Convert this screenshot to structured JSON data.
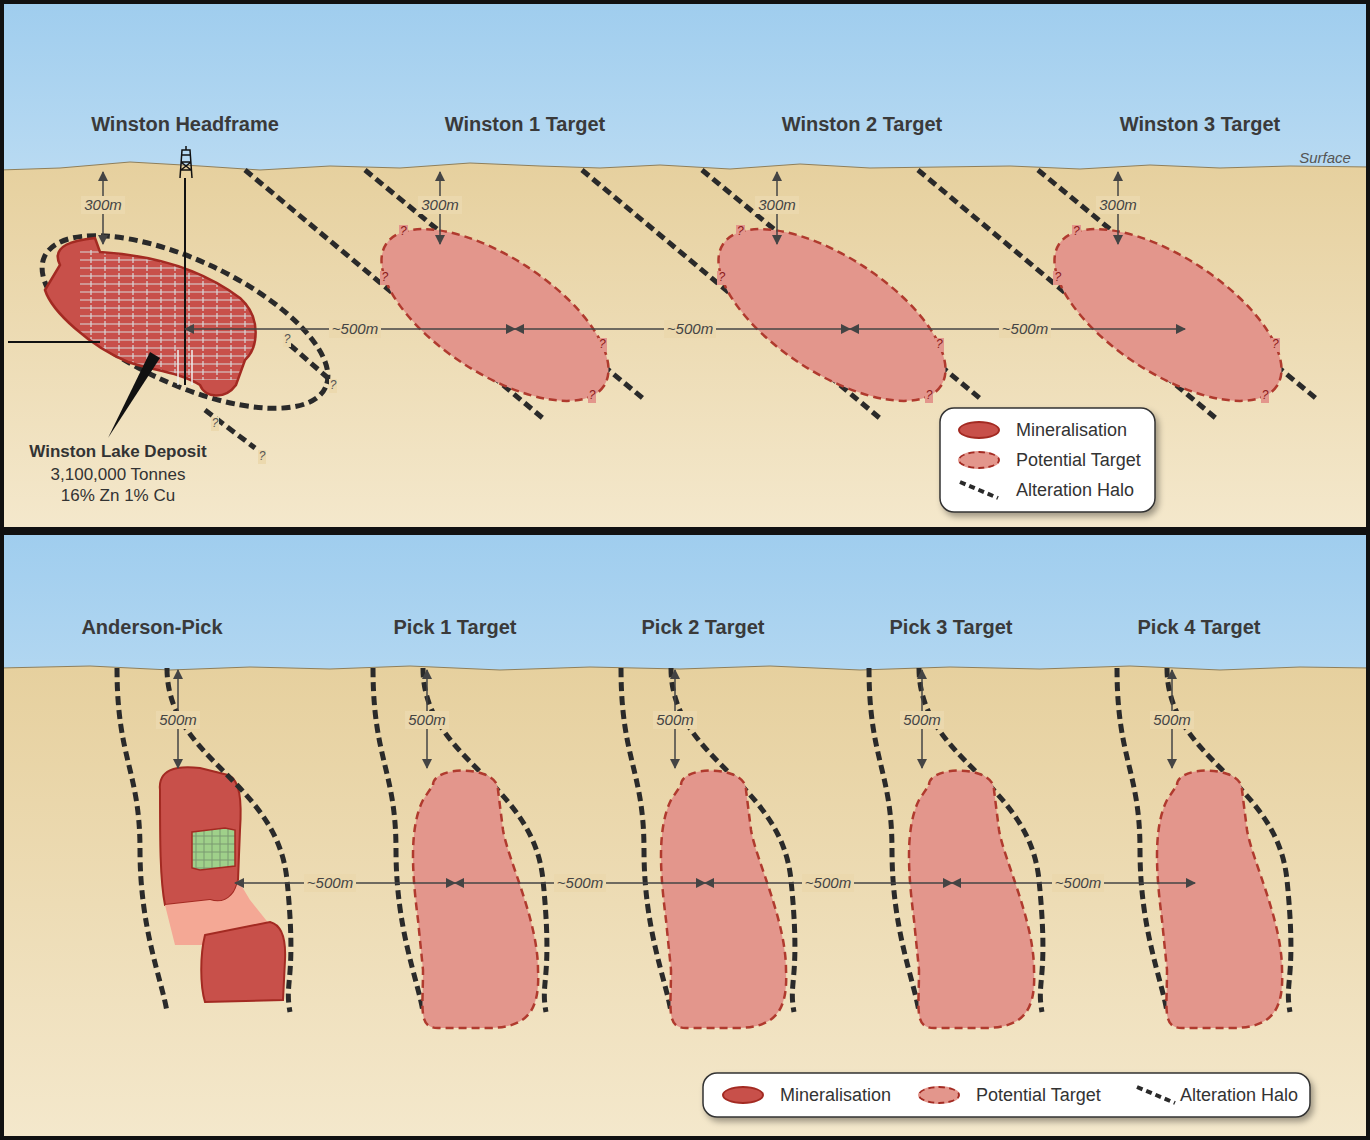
{
  "diagram": {
    "labels": [
      "Winston Headframe",
      "Winston 1 Target",
      "Winston 2 Target",
      "Winston 3 Target",
      "Surface",
      "300m",
      "300m",
      "300m",
      "300m",
      "~500m",
      "~500m",
      "~500m",
      "Winston Lake Deposit",
      "3,100,000 Tonnes",
      "16% Zn 1% Cu",
      "?",
      "?",
      "?",
      "?",
      "?",
      "?",
      "?",
      "?",
      "?",
      "?",
      "?",
      "?",
      "?",
      "?",
      "?",
      "?",
      "Anderson-Pick",
      "Pick 1 Target",
      "Pick 2 Target",
      "Pick 3 Target",
      "Pick 4 Target",
      "500m",
      "500m",
      "500m",
      "500m",
      "500m",
      "~500m",
      "~500m",
      "~500m",
      "~500m"
    ],
    "legend": [
      {
        "text": "Mineralisation",
        "color": "#c8504a"
      },
      {
        "text": "Potential Target",
        "color": "#e3968c"
      },
      {
        "text": "Alteration Halo"
      },
      {
        "text": "Mineralisation",
        "color": "#c8504a"
      },
      {
        "text": "Potential Target",
        "color": "#e3968c"
      },
      {
        "text": "Alteration Halo"
      }
    ]
  }
}
